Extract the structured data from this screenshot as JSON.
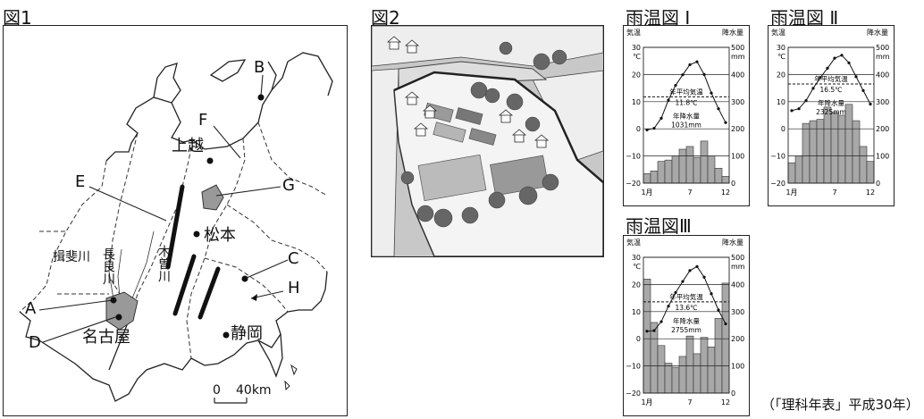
{
  "figures": {
    "fig1_label": "図1",
    "fig2_label": "図2"
  },
  "map": {
    "letters": [
      "A",
      "B",
      "C",
      "D",
      "E",
      "F",
      "G",
      "H"
    ],
    "cities": [
      "上越",
      "松本",
      "名古屋",
      "静岡"
    ],
    "rivers": {
      "ibi": "揖斐川",
      "nagara": "長良川",
      "kiso": "木曽川"
    },
    "scale_zero": "0",
    "scale_text": "40km"
  },
  "climate_common": {
    "temp_label": "気温",
    "temp_unit": "℃",
    "precip_label": "降水量",
    "precip_unit": "mm",
    "avg_temp_label": "年平均気温",
    "annual_precip_label": "年降水量",
    "temp_ticks": [
      "30",
      "20",
      "10",
      "0",
      "−10",
      "−20"
    ],
    "precip_ticks": [
      "500",
      "400",
      "300",
      "200",
      "100",
      "0"
    ],
    "month_ticks": [
      "1月",
      "7",
      "12"
    ]
  },
  "chart_data": [
    {
      "type": "bar",
      "title": "雨温図 Ⅰ",
      "avg_temp": "11.8℃",
      "annual_precip": "1031mm",
      "temp_ylim": [
        -20,
        30
      ],
      "precip_ylim": [
        0,
        500
      ],
      "months": [
        1,
        2,
        3,
        4,
        5,
        6,
        7,
        8,
        9,
        10,
        11,
        12
      ],
      "precip": [
        35,
        45,
        80,
        85,
        100,
        125,
        135,
        95,
        155,
        100,
        55,
        25
      ],
      "temp": [
        -0.4,
        0.2,
        3.9,
        10.6,
        16.0,
        19.9,
        23.6,
        24.7,
        20.0,
        13.2,
        7.4,
        2.3
      ]
    },
    {
      "type": "bar",
      "title": "雨温図 Ⅱ",
      "avg_temp": "16.5℃",
      "annual_precip": "2325mm",
      "temp_ylim": [
        -20,
        30
      ],
      "precip_ylim": [
        0,
        500
      ],
      "months": [
        1,
        2,
        3,
        4,
        5,
        6,
        7,
        8,
        9,
        10,
        11,
        12
      ],
      "precip": [
        75,
        100,
        220,
        230,
        235,
        280,
        260,
        250,
        290,
        230,
        135,
        80
      ],
      "temp": [
        6.7,
        7.4,
        10.4,
        14.9,
        18.9,
        22.3,
        26.0,
        27.1,
        24.3,
        19.2,
        14.1,
        9.1
      ]
    },
    {
      "type": "bar",
      "title": "雨温図Ⅲ",
      "avg_temp": "13.6℃",
      "annual_precip": "2755mm",
      "temp_ylim": [
        -20,
        30
      ],
      "precip_ylim": [
        0,
        500
      ],
      "months": [
        1,
        2,
        3,
        4,
        5,
        6,
        7,
        8,
        9,
        10,
        11,
        12
      ],
      "precip": [
        420,
        260,
        175,
        110,
        95,
        135,
        210,
        145,
        205,
        170,
        275,
        405
      ],
      "temp": [
        2.8,
        3.0,
        6.3,
        12.0,
        17.0,
        21.1,
        25.1,
        26.6,
        22.7,
        16.6,
        10.6,
        5.5
      ]
    }
  ],
  "source": "（「理科年表」平成30年）"
}
